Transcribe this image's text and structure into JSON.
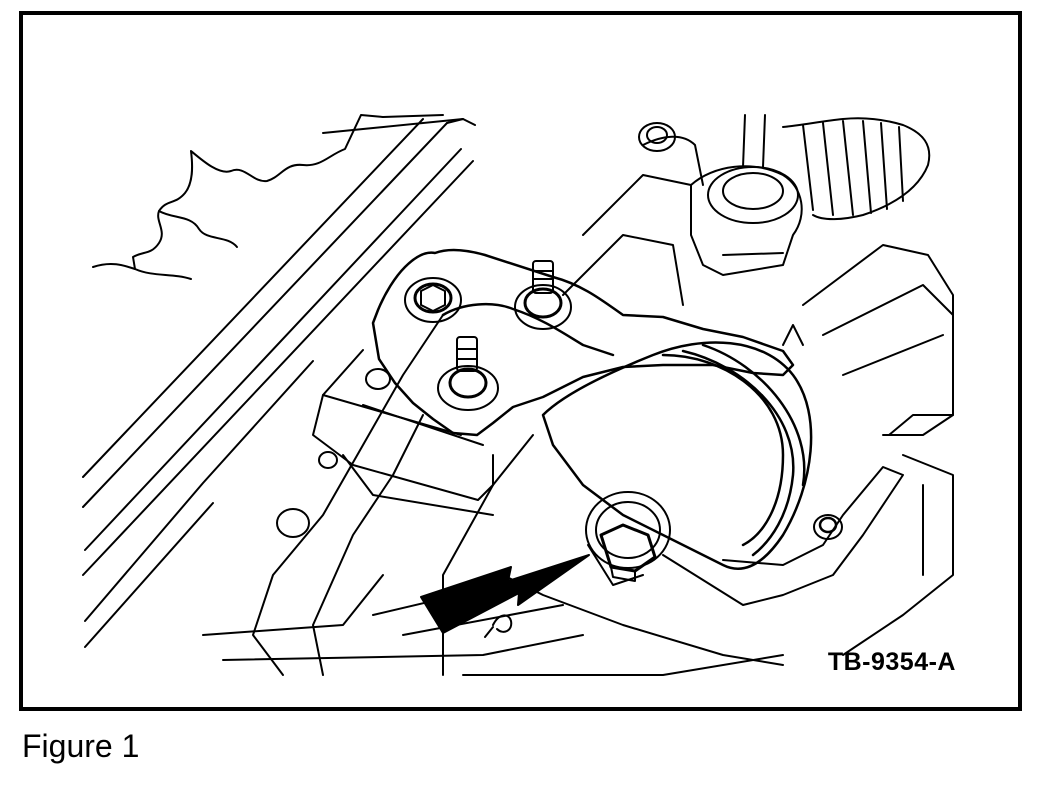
{
  "figure": {
    "reference_code": "TB-9354-A",
    "caption": "Figure 1"
  },
  "colors": {
    "line": "#000000",
    "background": "#ffffff"
  },
  "parts": [
    "engine-mount-bracket",
    "mount-bolt",
    "through-bolt",
    "indicator-arrow",
    "subframe",
    "steering-rack-boot"
  ]
}
